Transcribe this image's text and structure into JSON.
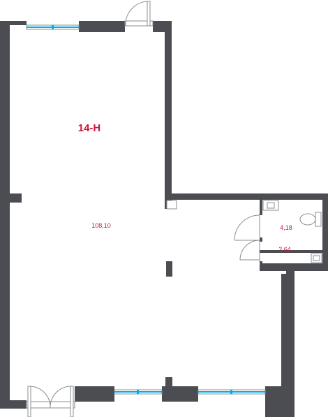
{
  "plan": {
    "unit_label": "14-H",
    "rooms": [
      {
        "id": "main-hall",
        "area": "108,10"
      },
      {
        "id": "bathroom",
        "area": "4,18"
      },
      {
        "id": "utility-room",
        "area": "2,64"
      }
    ],
    "colors": {
      "wall": "#4b4d52",
      "window_glass": "#00aee8",
      "label": "#c8183c",
      "background": "#ffffff"
    }
  }
}
